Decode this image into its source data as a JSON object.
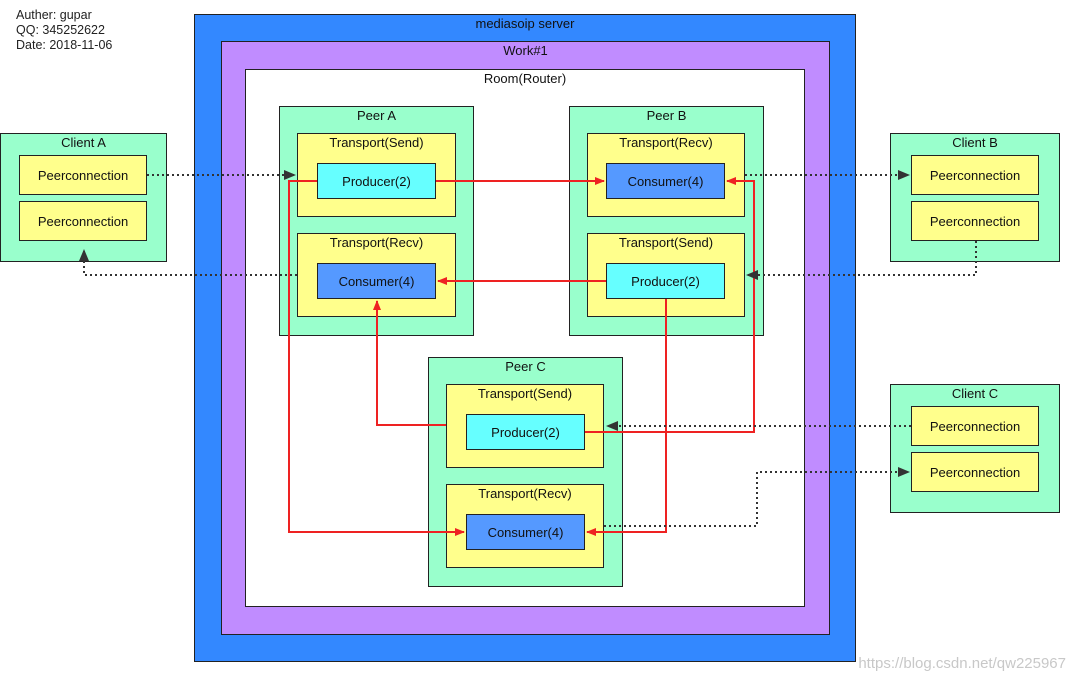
{
  "meta": {
    "author": "Auther: gupar",
    "qq": "QQ: 345252622",
    "date": "Date: 2018-11-06"
  },
  "server": {
    "title": "mediasoip server"
  },
  "worker": {
    "title": "Work#1"
  },
  "room": {
    "title": "Room(Router)"
  },
  "peers": {
    "a": {
      "title": "Peer A",
      "send": {
        "title": "Transport(Send)",
        "item": "Producer(2)"
      },
      "recv": {
        "title": "Transport(Recv)",
        "item": "Consumer(4)"
      }
    },
    "b": {
      "title": "Peer B",
      "recv": {
        "title": "Transport(Recv)",
        "item": "Consumer(4)"
      },
      "send": {
        "title": "Transport(Send)",
        "item": "Producer(2)"
      }
    },
    "c": {
      "title": "Peer C",
      "send": {
        "title": "Transport(Send)",
        "item": "Producer(2)"
      },
      "recv": {
        "title": "Transport(Recv)",
        "item": "Consumer(4)"
      }
    }
  },
  "clients": {
    "a": {
      "title": "Client A",
      "pc1": "Peerconnection",
      "pc2": "Peerconnection"
    },
    "b": {
      "title": "Client B",
      "pc1": "Peerconnection",
      "pc2": "Peerconnection"
    },
    "c": {
      "title": "Client C",
      "pc1": "Peerconnection",
      "pc2": "Peerconnection"
    }
  },
  "watermark": "https://blog.csdn.net/qw225967",
  "colors": {
    "server": "#3388ff",
    "worker": "#c08cff",
    "peer": "#99ffcc",
    "transport": "#ffff8c",
    "producer": "#66ffff",
    "consumer": "#5599ff",
    "media_flow": "#ee2222",
    "client_link": "#333333"
  }
}
